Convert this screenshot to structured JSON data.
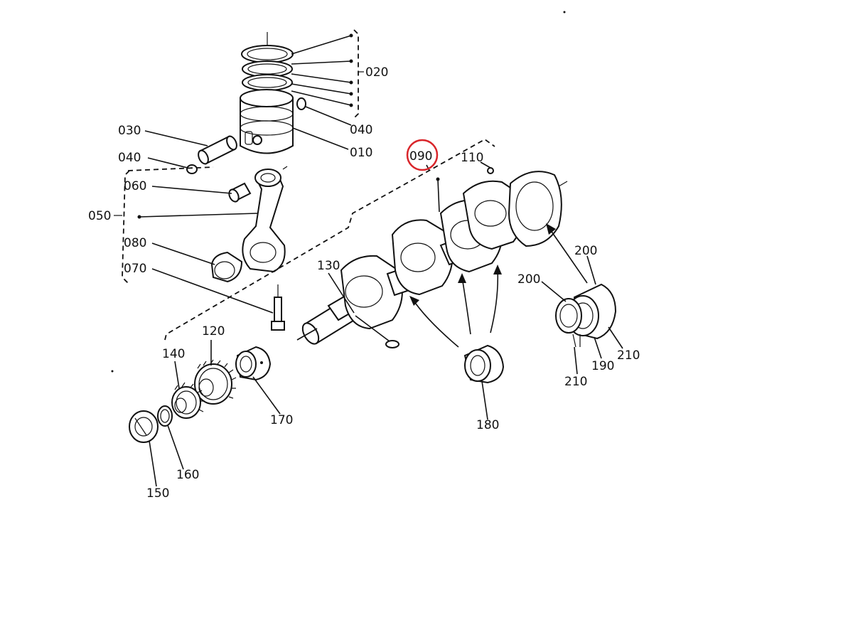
{
  "diagram": {
    "callouts": {
      "c010": "010",
      "c020": "020",
      "c030": "030",
      "c040a": "040",
      "c040b": "040",
      "c050": "050",
      "c060": "060",
      "c070": "070",
      "c080": "080",
      "c090": "090",
      "c110": "110",
      "c120": "120",
      "c130": "130",
      "c140": "140",
      "c150": "150",
      "c160": "160",
      "c170": "170",
      "c180": "180",
      "c190": "190",
      "c200a": "200",
      "c200b": "200",
      "c210a": "210",
      "c210b": "210"
    },
    "highlight": {
      "callout": "090",
      "color": "#d9252a"
    }
  }
}
